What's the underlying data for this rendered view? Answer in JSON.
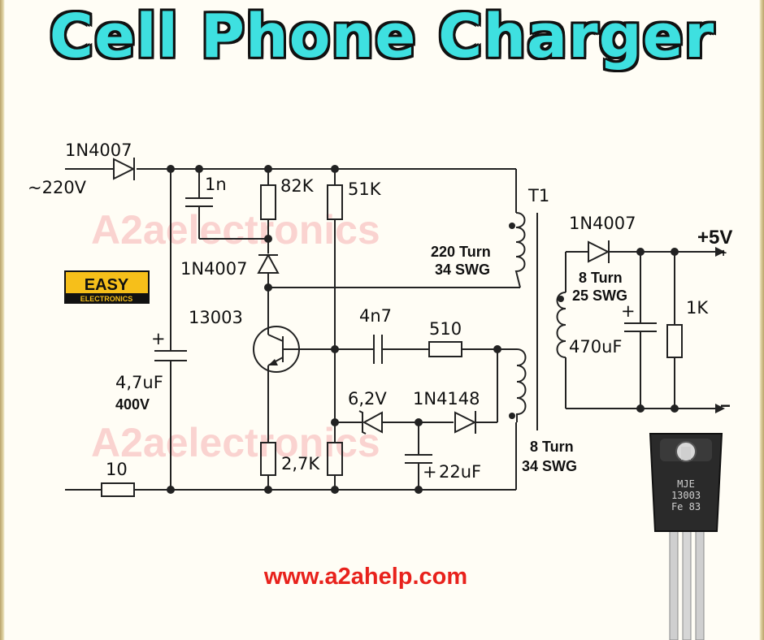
{
  "title": "Cell Phone Charger",
  "website": "www.a2ahelp.com",
  "logo": {
    "line1": "EASY",
    "line2": "ELECTRONICS",
    "bg_color": "#f6bf1a",
    "text_color": "#111111"
  },
  "watermark": "A2aelectronics",
  "transistor_photo": {
    "marking_line1": "MJE",
    "marking_line2": "13003",
    "marking_line3": "Fe 83"
  },
  "colors": {
    "title_fill": "#3ee0e0",
    "url_text": "#e8221c",
    "watermark": "#f7b8b8"
  },
  "schematic": {
    "input": "~220V",
    "diode_input": "1N4007",
    "cap_1n": "1n",
    "res_82k": "82K",
    "res_51k": "51K",
    "diode_mid": "1N4007",
    "transistor": "13003",
    "cap_filter_value": "4,7uF",
    "cap_filter_voltage": "400V",
    "res_10": "10",
    "cap_4n7": "4n7",
    "res_510": "510",
    "zener": "6,2V",
    "diode_1n4148": "1N4148",
    "res_27k": "2,7K",
    "cap_22uf": "22uF",
    "transformer": "T1",
    "primary_turns": "220 Turn",
    "primary_wire": "34 SWG",
    "feedback_turns": "8 Turn",
    "feedback_wire": "34 SWG",
    "secondary_turns": "8 Turn",
    "secondary_wire": "25 SWG",
    "diode_output": "1N4007",
    "cap_470uf": "470uF",
    "res_1k": "1K",
    "out_pos": "+5V",
    "out_pos_sign": "+",
    "out_neg": "−",
    "plus": "+"
  }
}
